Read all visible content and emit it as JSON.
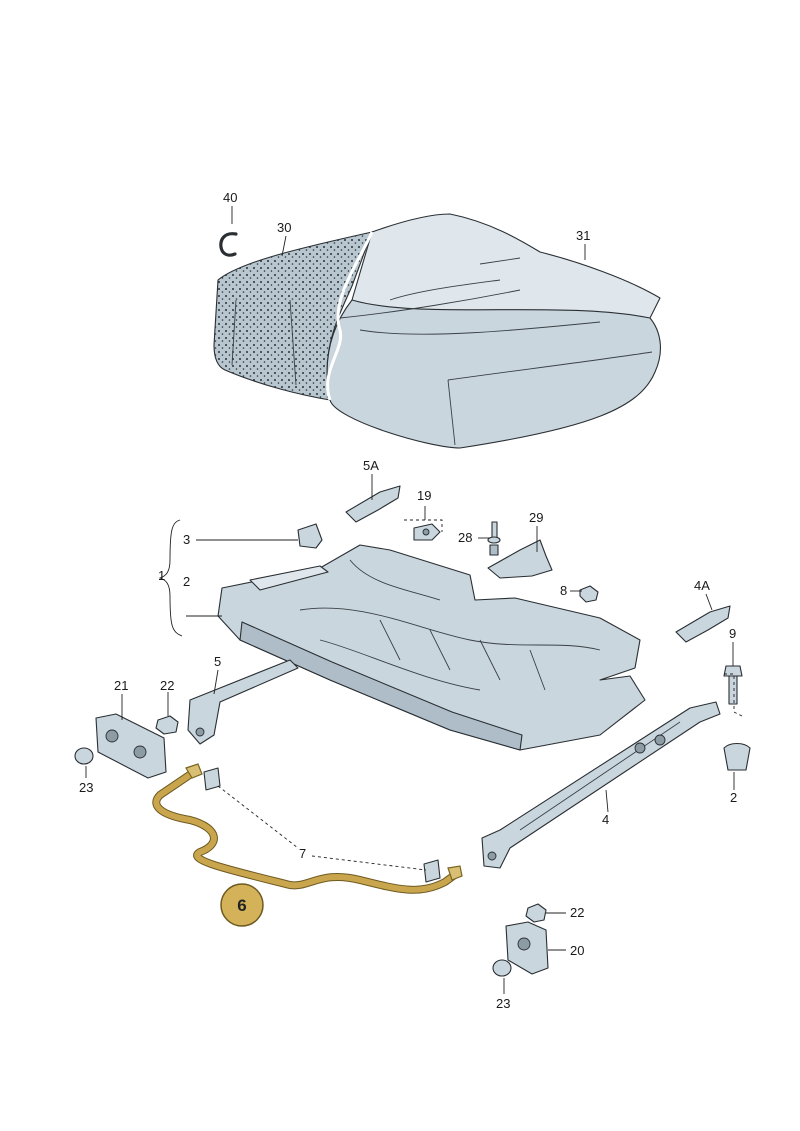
{
  "callouts": {
    "c40": "40",
    "c30": "30",
    "c31": "31",
    "c5A": "5A",
    "c19": "19",
    "c28": "28",
    "c29": "29",
    "c3": "3",
    "c1": "1",
    "c2a": "2",
    "c8": "8",
    "c4A": "4A",
    "c9": "9",
    "c5": "5",
    "c21": "21",
    "c22a": "22",
    "c23a": "23",
    "c2b": "2",
    "c4": "4",
    "c7": "7",
    "c6": "6",
    "c22b": "22",
    "c20": "20",
    "c23b": "23"
  },
  "colors": {
    "part_fill": "#c9d6de",
    "outline": "#2a2f33",
    "highlight": "#d9bf73"
  },
  "icons": {
    "clip_40": "c-clip-icon",
    "highlight_badge": "highlight-circle-icon"
  }
}
